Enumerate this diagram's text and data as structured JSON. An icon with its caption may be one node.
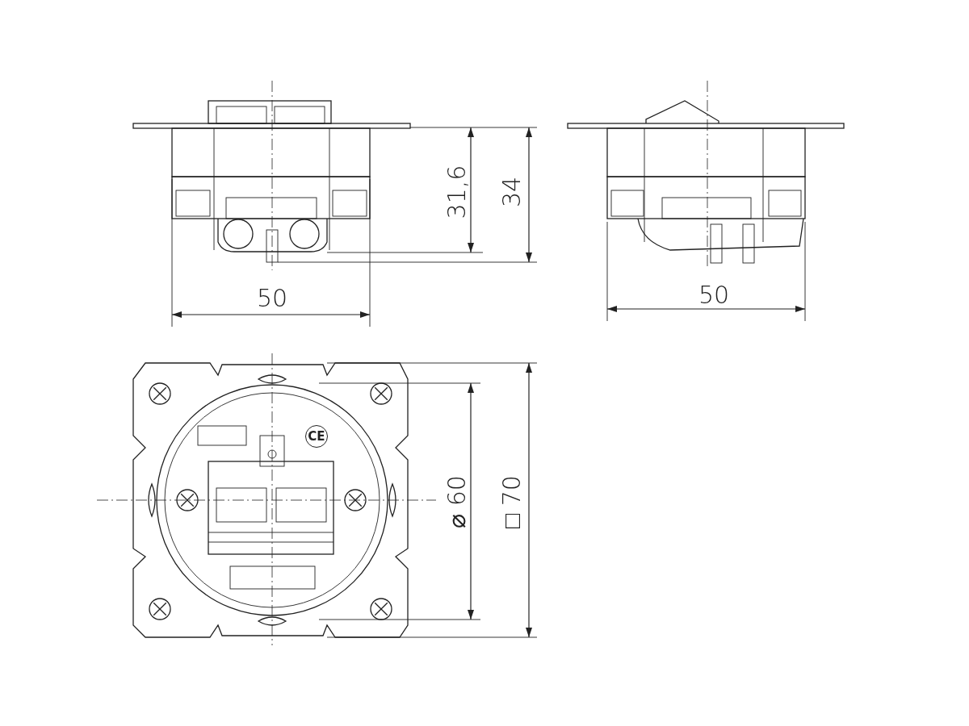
{
  "diagram": {
    "labels": [
      "31,6",
      "34",
      "50",
      "50",
      "CE",
      "⌀ 60",
      "□ 70"
    ]
  }
}
